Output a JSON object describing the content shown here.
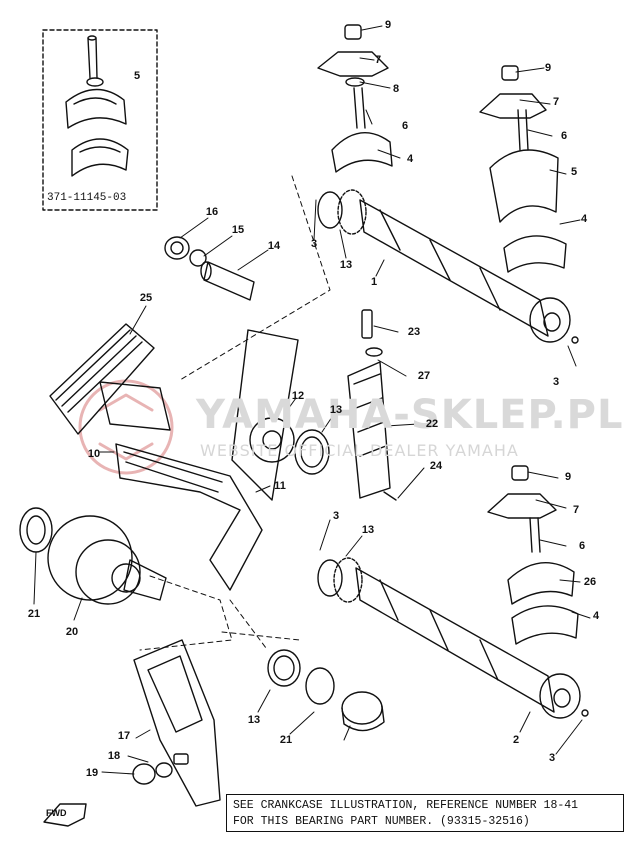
{
  "inset": {
    "part_number": "371-11145-03"
  },
  "watermark": {
    "brand": "YAMAHA-SKLEP.PL",
    "subtitle": "WEBSITE OFFICIAL DEALER YAMAHA"
  },
  "note": {
    "line1": "SEE CRANKCASE ILLUSTRATION, REFERENCE NUMBER 18-41",
    "line2": "FOR THIS BEARING PART NUMBER. (93315-32516)"
  },
  "fwd_marker": "FWD",
  "callouts": [
    "5",
    "9",
    "7",
    "8",
    "6",
    "4",
    "9",
    "7",
    "6",
    "5",
    "4",
    "3",
    "13",
    "1",
    "16",
    "15",
    "14",
    "25",
    "23",
    "27",
    "3",
    "12",
    "13",
    "22",
    "10",
    "11",
    "24",
    "3",
    "13",
    "9",
    "7",
    "6",
    "26",
    "4",
    "21",
    "20",
    "17",
    "18",
    "19",
    "13",
    "21",
    "2",
    "3"
  ],
  "colors": {
    "ink": "#111111",
    "watermark": "#d9d9d9",
    "logo_red": "#e8b4b4"
  }
}
